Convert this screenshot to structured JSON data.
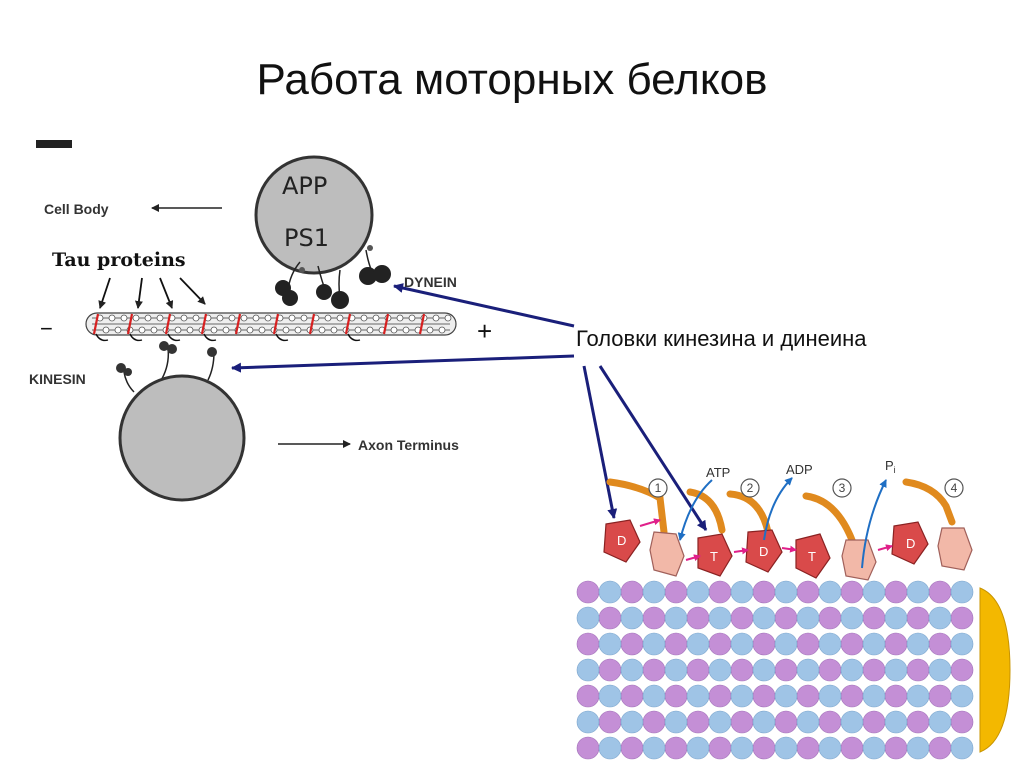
{
  "slide": {
    "title": "Работа моторных белков",
    "callout": "Головки кинезина и динеина"
  },
  "diagram_left": {
    "cell_body": "Cell Body",
    "tau": "Tau proteins",
    "app": "APP",
    "ps1": "PS1",
    "dynein": "DYNEIN",
    "kinesin": "KINESIN",
    "axon_terminus": "Axon Terminus",
    "minus": "−",
    "plus": "+"
  },
  "diagram_right": {
    "steps": [
      "1",
      "2",
      "3",
      "4"
    ],
    "atp": "ATP",
    "adp": "ADP",
    "pi": "P",
    "pi_sub": "i",
    "head_d": "D",
    "head_t": "T"
  },
  "colors": {
    "arrow": "#1a1f7a",
    "kinesin_stalk": "#e08a1e",
    "head_red": "#d94a4a",
    "head_pink": "#f2b8a8",
    "tubulin_purple": "#c48fd6",
    "tubulin_blue": "#9fc4e6",
    "microtubule_end": "#f3b800"
  }
}
